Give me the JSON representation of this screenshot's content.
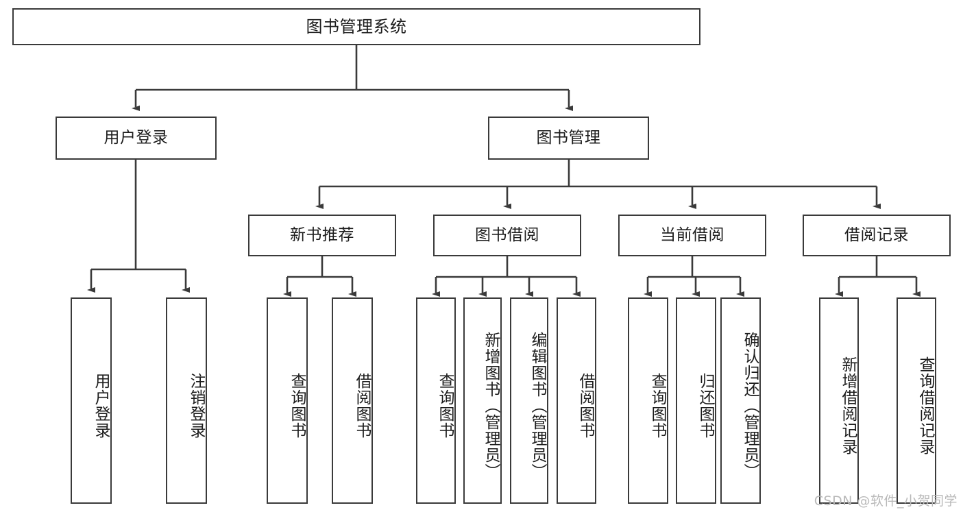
{
  "diagram": {
    "title": "图书管理系统",
    "watermark": "CSDN @软件_小贺同学",
    "root": {
      "label": "图书管理系统"
    },
    "level2": [
      {
        "label": "用户登录"
      },
      {
        "label": "图书管理"
      }
    ],
    "level3": [
      {
        "label": "新书推荐"
      },
      {
        "label": "图书借阅"
      },
      {
        "label": "当前借阅"
      },
      {
        "label": "借阅记录"
      }
    ],
    "leaves": {
      "user_login": [
        {
          "label": "用户登录"
        },
        {
          "label": "注销登录"
        }
      ],
      "new_book_recommend": [
        {
          "label": "查询图书"
        },
        {
          "label": "借阅图书"
        }
      ],
      "book_borrow": [
        {
          "label": "查询图书"
        },
        {
          "label": "新增图书（管理员）"
        },
        {
          "label": "编辑图书（管理员）"
        },
        {
          "label": "借阅图书"
        }
      ],
      "current_borrow": [
        {
          "label": "查询图书"
        },
        {
          "label": "归还图书"
        },
        {
          "label": "确认归还（管理员）"
        }
      ],
      "borrow_record": [
        {
          "label": "新增借阅记录"
        },
        {
          "label": "查询借阅记录"
        }
      ]
    },
    "colors": {
      "stroke": "#3a3a3a",
      "text": "#1c1c1c",
      "background": "#ffffff",
      "watermark": "#b9b9b9"
    }
  }
}
